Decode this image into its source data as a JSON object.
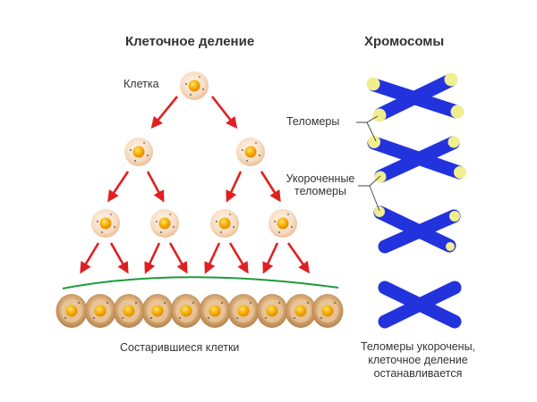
{
  "left": {
    "title": "Клеточное деление",
    "cell_label": "Клетка",
    "bottom_caption": "Состарившиеся клетки"
  },
  "right": {
    "title": "Хромосомы",
    "telomeres_label": "Теломеры",
    "shortened_label": [
      "Укороченные",
      "теломеры"
    ],
    "caption": [
      "Теломеры укорочены,",
      "клеточное деление",
      "останавливается"
    ]
  },
  "colors": {
    "arrow": "#e02020",
    "chromosome": "#2233dd",
    "telomere": "#f1ee8e",
    "cell_body": "#f6dcc3",
    "nucleus": "#f5a100",
    "aged_cell": "#c9975f",
    "curve": "#1e9a3a"
  },
  "icons": [
    "cell-icon",
    "nucleus-icon",
    "arrow-icon",
    "chromosome-icon",
    "telomere-icon"
  ]
}
